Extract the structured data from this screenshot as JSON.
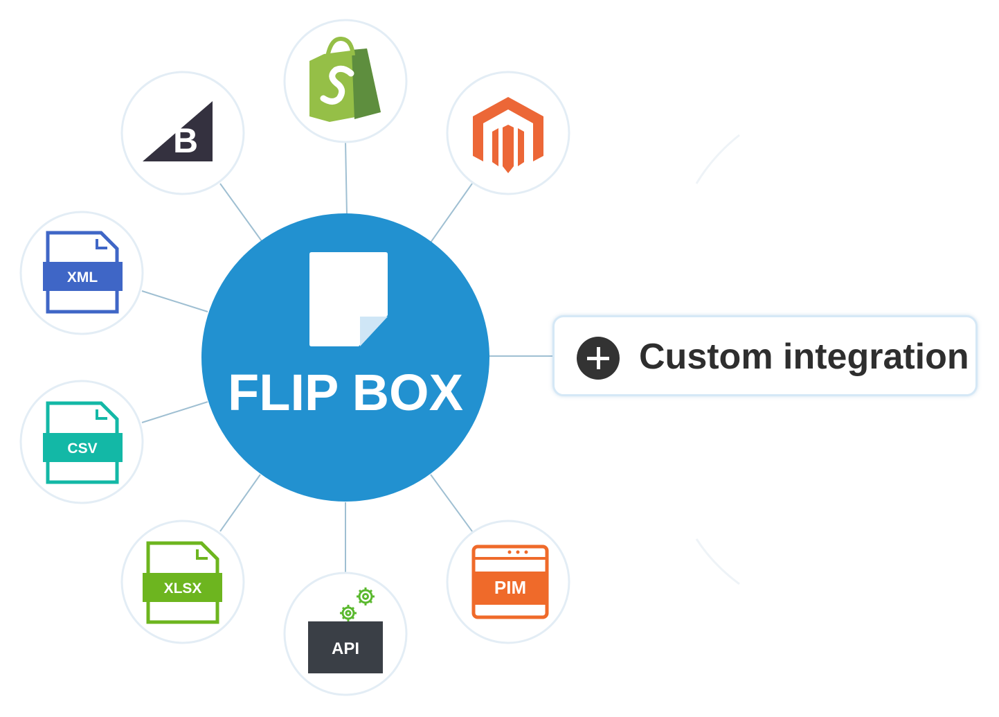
{
  "hub": {
    "title": "FLIP BOX"
  },
  "nodes": {
    "xml": "XML",
    "csv": "CSV",
    "xlsx": "XLSX",
    "api": "API",
    "pim": "PIM"
  },
  "custom_integration": {
    "label": "Custom integration"
  },
  "colors": {
    "hub": "#2291d0",
    "xml": "#3f66c6",
    "csv": "#13b8a6",
    "xlsx": "#6db51f",
    "api": "#3a3f46",
    "pim": "#ef6a2a",
    "magento": "#ec6737",
    "shopify_light": "#95bf47",
    "shopify_dark": "#5e8e3e",
    "bigcommerce": "#34313f"
  }
}
